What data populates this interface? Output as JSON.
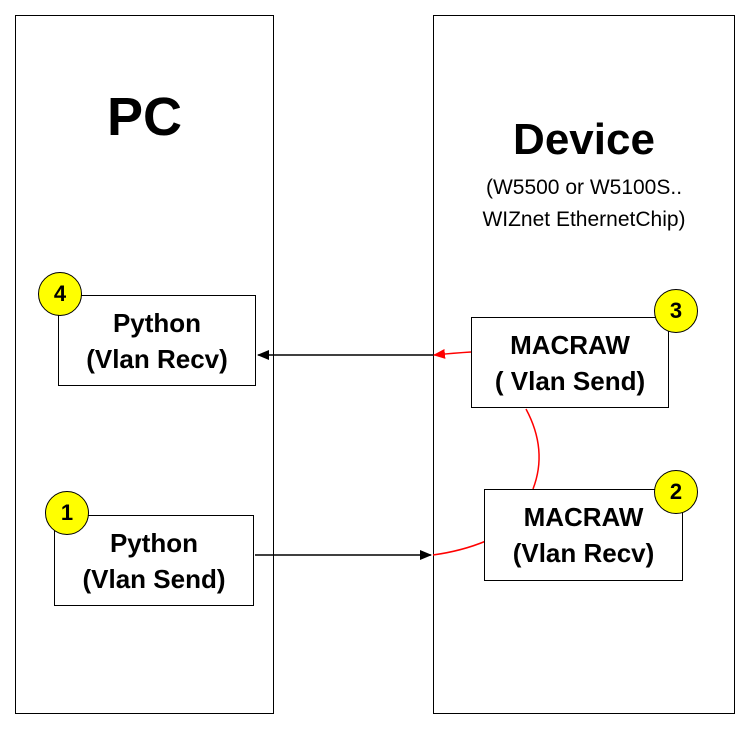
{
  "pc_panel": {
    "title": "PC"
  },
  "device_panel": {
    "title": "Device",
    "subtitle_line1": "(W5500 or W5100S..",
    "subtitle_line2": "WIZnet EthernetChip)"
  },
  "boxes": {
    "python_recv": {
      "line1": "Python",
      "line2": "(Vlan Recv)",
      "badge": "4"
    },
    "python_send": {
      "line1": "Python",
      "line2": "(Vlan Send)",
      "badge": "1"
    },
    "macraw_send": {
      "line1": "MACRAW",
      "line2": "( Vlan Send)",
      "badge": "3"
    },
    "macraw_recv": {
      "line1": "MACRAW",
      "line2": "(Vlan Recv)",
      "badge": "2"
    }
  },
  "colors": {
    "badge_fill": "#ffff00",
    "internal_path": "#ff0000",
    "arrow": "#000000"
  }
}
